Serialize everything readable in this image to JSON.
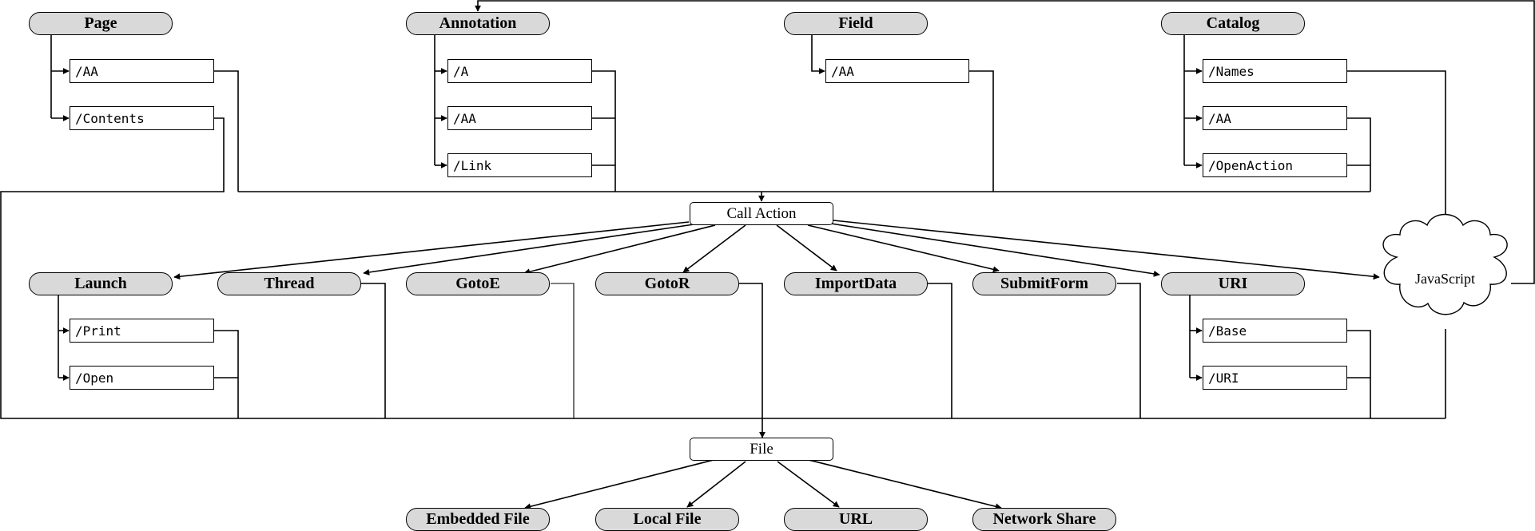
{
  "sources": {
    "page": "Page",
    "annotation": "Annotation",
    "field": "Field",
    "catalog": "Catalog"
  },
  "keys": {
    "page_aa": "/AA",
    "page_contents": "/Contents",
    "annot_a": "/A",
    "annot_aa": "/AA",
    "annot_link": "/Link",
    "field_aa": "/AA",
    "catalog_names": "/Names",
    "catalog_aa": "/AA",
    "catalog_openaction": "/OpenAction",
    "launch_print": "/Print",
    "launch_open": "/Open",
    "uri_base": "/Base",
    "uri_uri": "/URI"
  },
  "call_action": "Call Action",
  "actions": {
    "launch": "Launch",
    "thread": "Thread",
    "gotoe": "GotoE",
    "gotor": "GotoR",
    "importdata": "ImportData",
    "submitform": "SubmitForm",
    "uri": "URI"
  },
  "javascript": "JavaScript",
  "file": "File",
  "targets": {
    "embedded": "Embedded File",
    "local": "Local File",
    "url": "URL",
    "network": "Network Share"
  }
}
